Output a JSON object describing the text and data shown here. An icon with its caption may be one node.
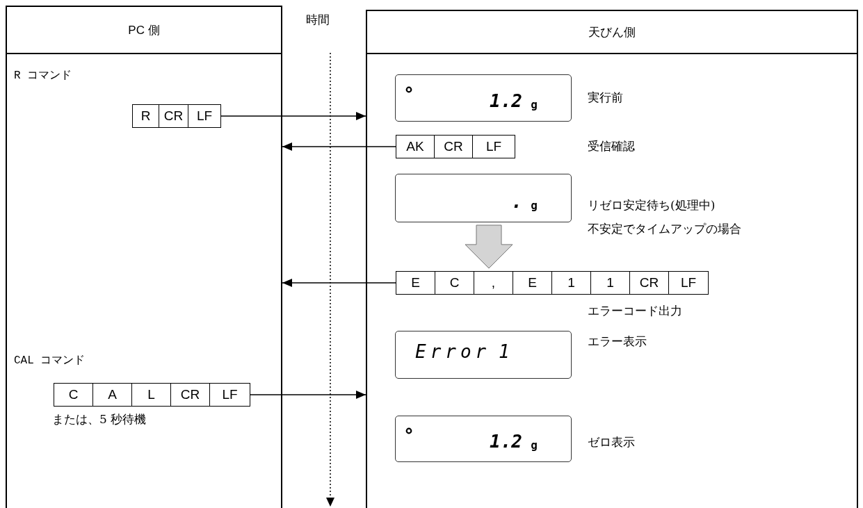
{
  "diagram": {
    "nodes": [
      {
        "text": [
          "PC 側"
        ]
      },
      {
        "text": [
          "天びん側"
        ]
      },
      {
        "text": [
          "R",
          "CR",
          "LF"
        ],
        "in": 0
      },
      {
        "text": [
          "1.2",
          "g"
        ],
        "in": 1,
        "beside": [
          "実行前"
        ]
      },
      {
        "text": [
          "AK",
          "CR",
          "LF"
        ],
        "in": 1
      },
      {
        "text": [
          ".",
          "g"
        ],
        "in": 1,
        "beside": [
          "リゼロ安定待ち(処理中)"
        ]
      },
      {
        "text": [
          "E",
          "C",
          ",",
          "E",
          "1",
          "1",
          "CR",
          "LF"
        ],
        "in": 1,
        "beside": [
          "エラーコード出力"
        ]
      },
      {
        "text": [
          "Error",
          "1"
        ],
        "in": 1,
        "beside": [
          "エラー表示"
        ]
      },
      {
        "text": [
          "C",
          "A",
          "L",
          "CR",
          "LF"
        ],
        "in": 0
      },
      {
        "text": [
          "1.2",
          "g"
        ],
        "in": 1,
        "beside": [
          "ゼロ表示"
        ]
      }
    ],
    "edges": [
      {
        "from": 2,
        "to": 1,
        "arrow": "to"
      },
      {
        "from": 4,
        "to": 0,
        "arrow": "to"
      },
      {
        "from": 5,
        "to": 6,
        "arrow": "to",
        "style": "thick",
        "color": "#d4d4d4"
      },
      {
        "from": 6,
        "to": 0,
        "arrow": "to"
      },
      {
        "from": 8,
        "to": 1,
        "arrow": "to"
      }
    ],
    "labels": [
      "時間",
      "R コマンド",
      "受信確認",
      "不安定でタイムアップの場合",
      "CAL コマンド",
      "または、5 秒待機"
    ]
  }
}
